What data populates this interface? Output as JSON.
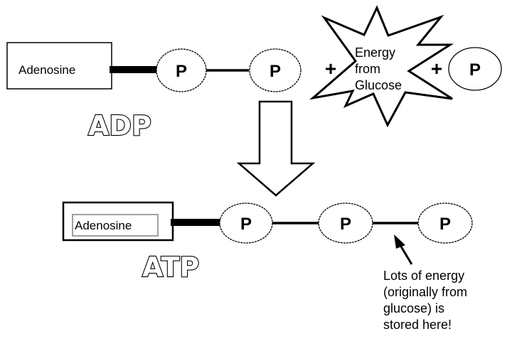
{
  "diagram": {
    "title": "ADP to ATP conversion",
    "adp": {
      "label": "ADP",
      "adenosine_label": "Adenosine",
      "phosphates": [
        "P",
        "P"
      ]
    },
    "reactants": {
      "plus_1": "+",
      "energy_lines": [
        "Energy",
        "from",
        "Glucose"
      ],
      "plus_2": "+",
      "free_phosphate": "P"
    },
    "atp": {
      "label": "ATP",
      "adenosine_label": "Adenosine",
      "phosphates": [
        "P",
        "P",
        "P"
      ]
    },
    "annotation": {
      "lines": [
        "Lots of energy",
        "(originally from",
        "glucose) is",
        "stored here!"
      ]
    },
    "colors": {
      "stroke": "#000000",
      "background": "#ffffff",
      "inner_box_border": "#a0a0a0"
    }
  }
}
